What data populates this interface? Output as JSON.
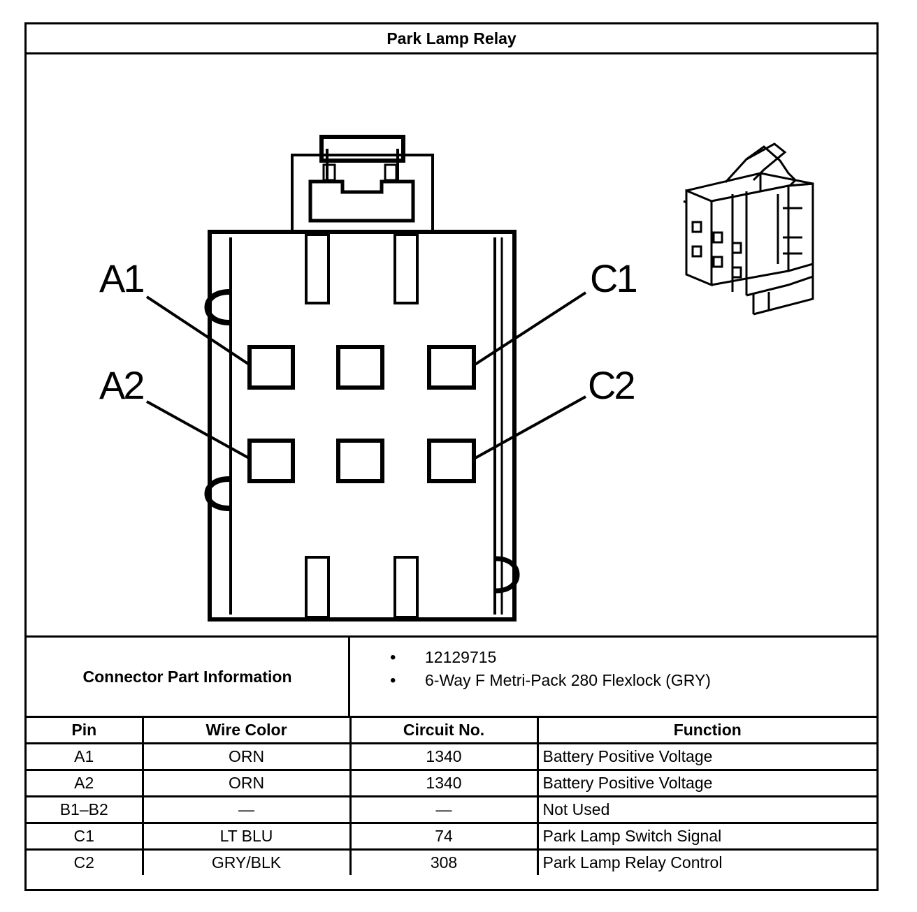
{
  "title": "Park Lamp Relay",
  "diagram": {
    "pin_labels": {
      "a1": "A1",
      "a2": "A2",
      "c1": "C1",
      "c2": "C2"
    },
    "line_color": "#000000",
    "background": "#ffffff"
  },
  "connector_info": {
    "label": "Connector Part Information",
    "items": [
      "12129715",
      "6-Way F Metri-Pack 280 Flexlock (GRY)"
    ],
    "bullet": "•"
  },
  "pin_table": {
    "headers": {
      "pin": "Pin",
      "wire_color": "Wire Color",
      "circuit": "Circuit No.",
      "function": "Function"
    },
    "rows": [
      {
        "pin": "A1",
        "wire_color": "ORN",
        "circuit": "1340",
        "function": "Battery Positive Voltage"
      },
      {
        "pin": "A2",
        "wire_color": "ORN",
        "circuit": "1340",
        "function": "Battery Positive Voltage"
      },
      {
        "pin": "B1–B2",
        "wire_color": "—",
        "circuit": "—",
        "function": "Not Used"
      },
      {
        "pin": "C1",
        "wire_color": "LT BLU",
        "circuit": "74",
        "function": "Park Lamp Switch Signal"
      },
      {
        "pin": "C2",
        "wire_color": "GRY/BLK",
        "circuit": "308",
        "function": "Park Lamp Relay Control"
      }
    ]
  }
}
